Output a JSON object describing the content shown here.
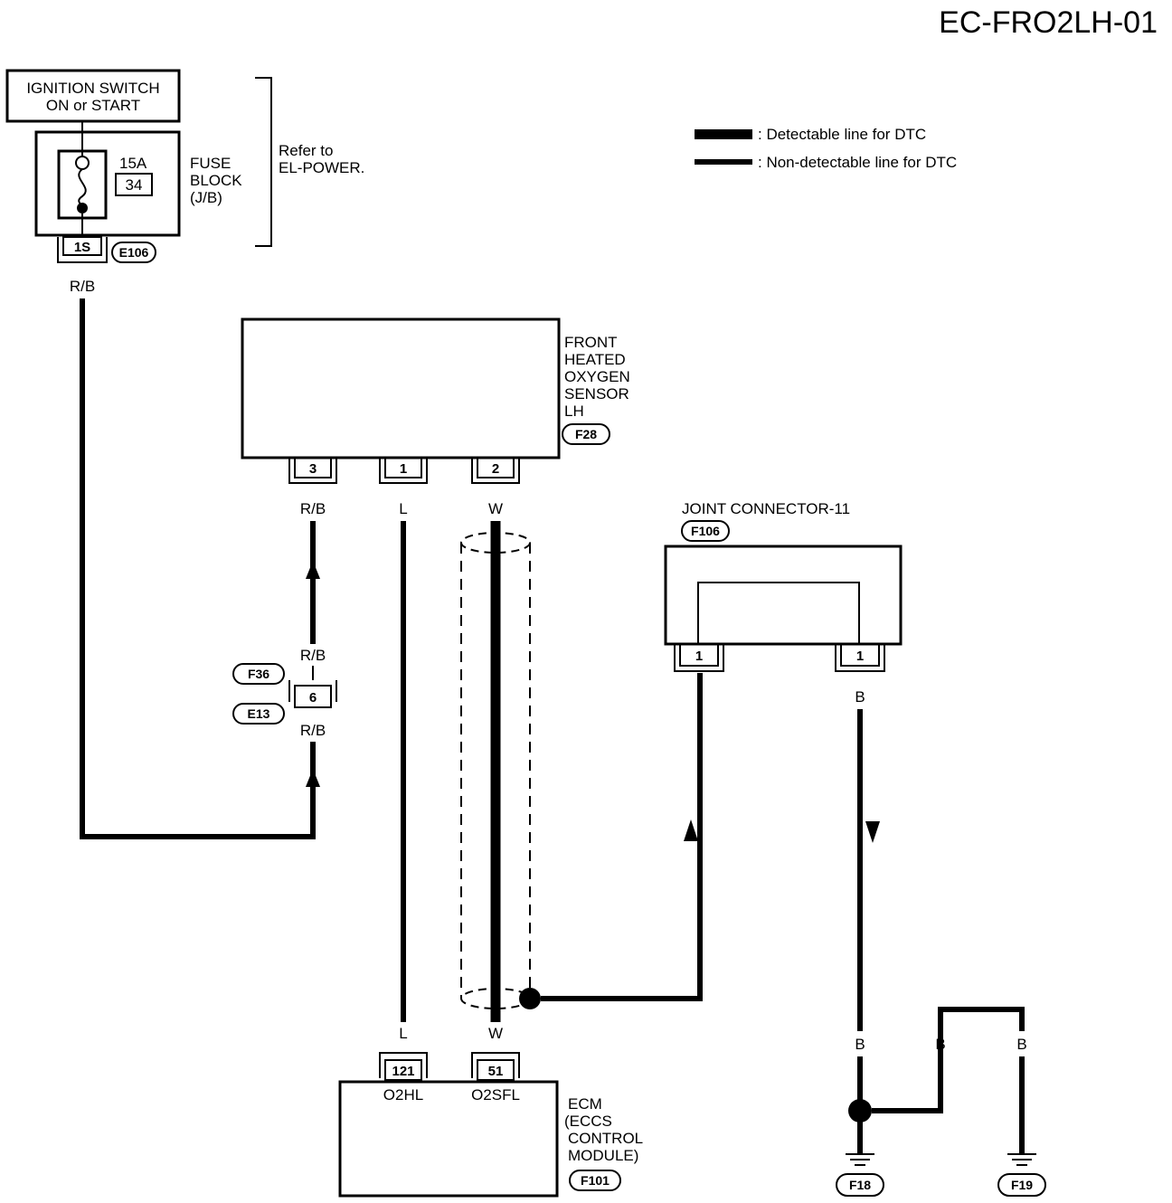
{
  "title": "EC-FRO2LH-01",
  "legend": {
    "detectable": ": Detectable line for DTC",
    "non_detectable": ": Non-detectable line for DTC"
  },
  "ignition": {
    "line1": "IGNITION SWITCH",
    "line2": "ON or START"
  },
  "fuse": {
    "amp": "15A",
    "number": "34",
    "label1": "FUSE",
    "label2": "BLOCK",
    "label3": "(J/B)",
    "connector_pin": "1S",
    "connector_id": "E106"
  },
  "refer": {
    "line1": "Refer to",
    "line2": "EL-POWER."
  },
  "sensor": {
    "line1": "FRONT",
    "line2": "HEATED",
    "line3": "OXYGEN",
    "line4": "SENSOR",
    "line5": "LH",
    "connector_id": "F28",
    "pins": [
      "3",
      "1",
      "2"
    ]
  },
  "wires": {
    "rb": "R/B",
    "l": "L",
    "w": "W",
    "b": "B"
  },
  "inline_connector": {
    "top_id": "F36",
    "pin": "6",
    "bottom_id": "E13"
  },
  "joint": {
    "title": "JOINT CONNECTOR-11",
    "connector_id": "F106",
    "pins": [
      "1",
      "1"
    ]
  },
  "ecm": {
    "pin_a": "121",
    "pin_b": "51",
    "sig_a": "O2HL",
    "sig_b": "O2SFL",
    "line1": "ECM",
    "line2": "(ECCS",
    "line3": "CONTROL",
    "line4": "MODULE)",
    "connector_id": "F101"
  },
  "grounds": [
    "F18",
    "F19"
  ]
}
